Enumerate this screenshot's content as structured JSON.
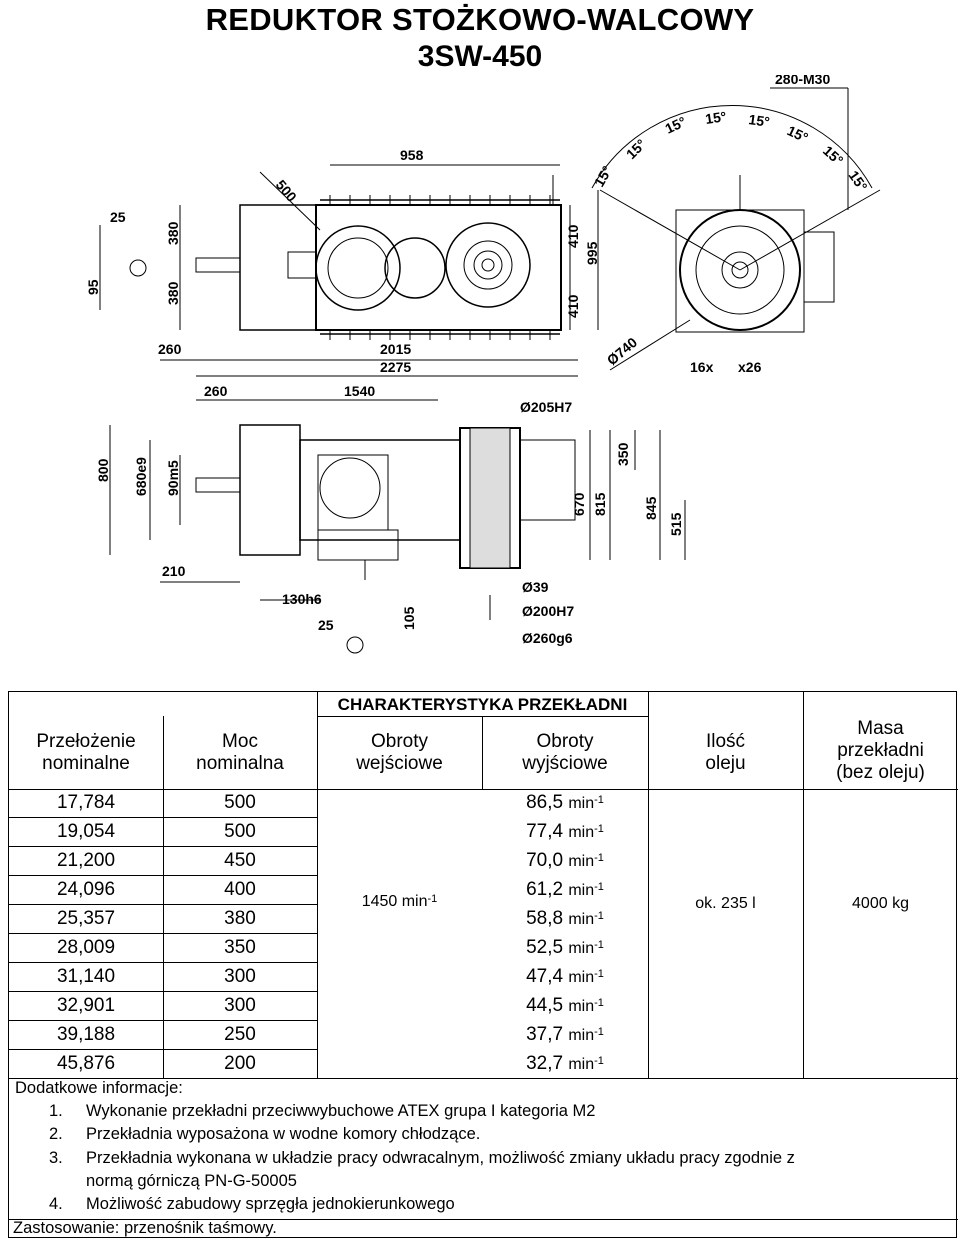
{
  "title_line1": "REDUKTOR STOŻKOWO-WALCOWY",
  "title_line2": "3SW-450",
  "dims": {
    "d500": "500",
    "d958": "958",
    "d25a": "25",
    "d380a": "380",
    "d380b": "380",
    "d95": "95",
    "d410a": "410",
    "d995": "995",
    "d410b": "410",
    "d260a": "260",
    "d2015": "2015",
    "d2275": "2275",
    "d260b": "260",
    "d1540": "1540",
    "d280m30": "280-M30",
    "a15": "15°",
    "d740": "Ø740",
    "bolts": "16x",
    "x26": "x26",
    "d205": "Ø205H7",
    "d800": "800",
    "d680": "680e9",
    "d90": "90m5",
    "d350": "350",
    "d670": "670",
    "d815": "815",
    "d845": "845",
    "d515": "515",
    "d210": "210",
    "d130": "130h6",
    "d25b": "25",
    "d105": "105",
    "d39": "Ø39",
    "d200": "Ø200H7",
    "d260g": "Ø260g6"
  },
  "table": {
    "caption": "CHARAKTERYSTYKA  PRZEKŁADNI",
    "headers": {
      "ratio_1": "Przełożenie",
      "ratio_2": "nominalne",
      "power_1": "Moc",
      "power_2": "nominalna",
      "in_1": "Obroty",
      "in_2": "wejściowe",
      "out_1": "Obroty",
      "out_2": "wyjściowe",
      "oil_1": "Ilość",
      "oil_2": "oleju",
      "mass_1": "Masa",
      "mass_2": "przekładni",
      "mass_3": "(bez oleju)"
    },
    "unit": "min",
    "unit_exp": "-1",
    "input_speed": "1450 min",
    "oil_amount": "ok. 235 l",
    "mass": "4000 kg",
    "rows": [
      {
        "ratio": "17,784",
        "power": "500",
        "out": "86,5"
      },
      {
        "ratio": "19,054",
        "power": "500",
        "out": "77,4"
      },
      {
        "ratio": "21,200",
        "power": "450",
        "out": "70,0"
      },
      {
        "ratio": "24,096",
        "power": "400",
        "out": "61,2"
      },
      {
        "ratio": "25,357",
        "power": "380",
        "out": "58,8"
      },
      {
        "ratio": "28,009",
        "power": "350",
        "out": "52,5"
      },
      {
        "ratio": "31,140",
        "power": "300",
        "out": "47,4"
      },
      {
        "ratio": "32,901",
        "power": "300",
        "out": "44,5"
      },
      {
        "ratio": "39,188",
        "power": "250",
        "out": "37,7"
      },
      {
        "ratio": "45,876",
        "power": "200",
        "out": "32,7"
      }
    ]
  },
  "notes": {
    "heading": "Dodatkowe informacje:",
    "n1_num": "1.",
    "n1": "Wykonanie przekładni przeciwwybuchowe ATEX grupa I kategoria M2",
    "n2_num": "2.",
    "n2": "Przekładnia wyposażona w wodne komory chłodzące.",
    "n3_num": "3.",
    "n3a": "Przekładnia wykonana w układzie pracy odwracalnym, możliwość zmiany układu pracy zgodnie z",
    "n3b": "normą górniczą PN-G-50005",
    "n4_num": "4.",
    "n4": "Możliwość zabudowy sprzęgła jednokierunkowego",
    "usage": "Zastosowanie: przenośnik taśmowy."
  }
}
